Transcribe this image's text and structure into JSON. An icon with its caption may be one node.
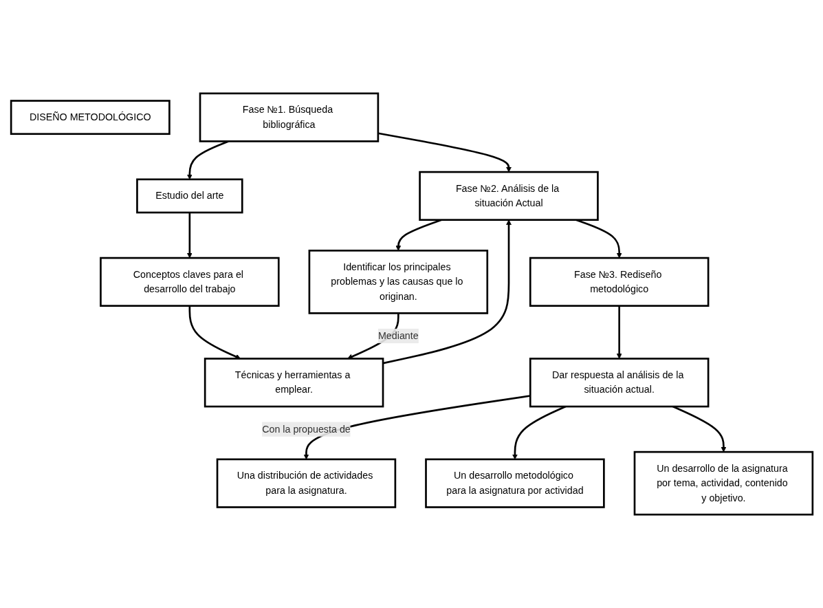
{
  "diagram": {
    "nodes": [
      {
        "text": [
          "DISEÑO METODOLÓGICO"
        ]
      },
      {
        "text": [
          "Fase №1. Búsqueda bibliográfica"
        ]
      },
      {
        "text": [
          "Fase №2. Análisis de la situación Actual"
        ]
      },
      {
        "text": [
          "Fase №3. Rediseño metodológico"
        ]
      },
      {
        "text": [
          "Estudio del arte"
        ]
      },
      {
        "text": [
          "Conceptos claves para el desarrollo del trabajo"
        ]
      },
      {
        "text": [
          "Técnicas y herramientas a emplear."
        ]
      },
      {
        "text": [
          "Identificar los principales problemas y las causas que lo originan."
        ]
      },
      {
        "text": [
          "Dar respuesta al análisis de la situación actual."
        ]
      },
      {
        "text": [
          "Una distribución de actividades para la asignatura."
        ]
      },
      {
        "text": [
          "Un desarrollo metodológico para la asignatura por actividad"
        ]
      },
      {
        "text": [
          "Un desarrollo de la asignatura por tema, actividad, contenido y objetivo."
        ]
      }
    ],
    "edges": [
      {
        "from": 1,
        "to": 2,
        "arrow": "to"
      },
      {
        "from": 6,
        "to": 2,
        "arrow": "to"
      },
      {
        "from": 2,
        "to": 3,
        "arrow": "to"
      },
      {
        "from": 1,
        "to": 4,
        "arrow": "to"
      },
      {
        "from": 4,
        "to": 5,
        "arrow": "to"
      },
      {
        "from": 5,
        "to": 6,
        "arrow": "to"
      },
      {
        "from": 2,
        "to": 7,
        "arrow": "to"
      },
      {
        "from": 3,
        "to": 8,
        "arrow": "to"
      },
      {
        "from": 7,
        "to": 6,
        "label": "Mediante",
        "arrow": "to"
      },
      {
        "from": 8,
        "to": 9,
        "label": "Con la propuesta de",
        "arrow": "to"
      },
      {
        "from": 8,
        "to": 10,
        "arrow": "to"
      },
      {
        "from": 8,
        "to": 11,
        "arrow": "to"
      }
    ]
  }
}
